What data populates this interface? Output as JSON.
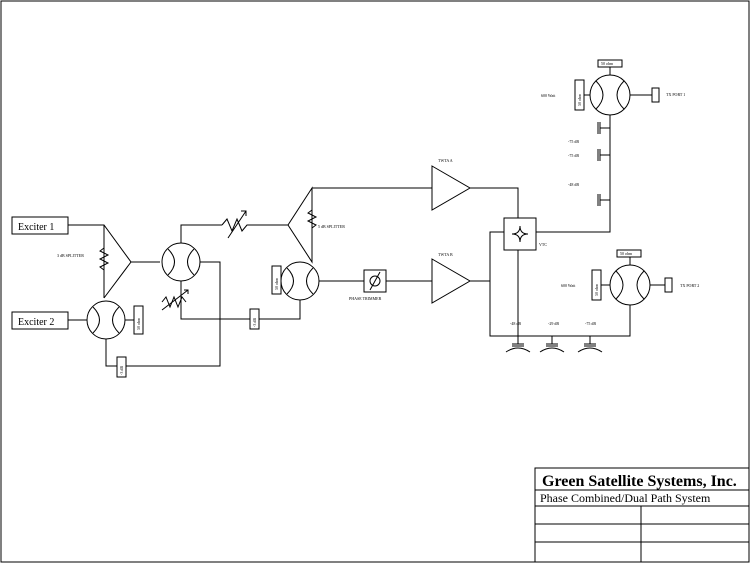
{
  "inputs": {
    "exciter_1": "Exciter 1",
    "exciter_2": "Exciter 2"
  },
  "labels": {
    "splitter_3db": "3 dB SPLITTER",
    "splitter_5db": "5 dB SPLITTER",
    "phase_trimmer": "PHASE TRIMMER",
    "twta_a": "TWTA A",
    "twta_b": "TWTA B",
    "vtc": "VTC",
    "tx_port_1": "TX PORT 1",
    "tx_port_2": "TX PORT 2",
    "load_top": "50 ohm",
    "load_bottom": "50 ohm",
    "power_top": "600 Watt",
    "power_bottom": "600 Watt",
    "resistor_top": "50 ohm",
    "resistor_bottom": "50 ohm",
    "resistor_ex2": "50 ohm",
    "resistor_mid": "50 ohm",
    "atten_mid": "-3 dB",
    "atten_bottom": "-3 dB",
    "coupler_top_1": "-75 dB",
    "coupler_top_2": "-75 dB",
    "coupler_top_3": "-48 dB",
    "coupler_bot_1": "-48 dB",
    "coupler_bot_2": "-29 dB",
    "coupler_bot_3": "-75 dB"
  },
  "title_block": {
    "company": "Green Satellite Systems, Inc.",
    "drawing_title": "Phase Combined/Dual Path System"
  }
}
